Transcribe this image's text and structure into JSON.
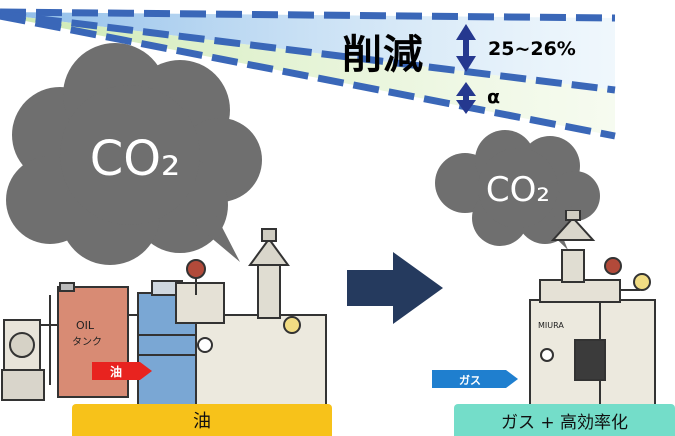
{
  "top": {
    "reduction_label": "削減",
    "range_label": "25~26%",
    "alpha_label": "α"
  },
  "clouds": {
    "oil_co2": "CO₂",
    "gas_co2": "CO₂"
  },
  "oil_side": {
    "tank_text_1": "OIL",
    "tank_text_2": "タンク",
    "fuel_tag": "油",
    "bottom_label": "油"
  },
  "gas_side": {
    "fuel_tag": "ガス",
    "bottom_label": "ガス + 高効率化",
    "brand_text": "MIURA"
  },
  "colors": {
    "dashed_line": "#3a67b8",
    "cloud": "#6f6f6f",
    "arrow": "#253a5e",
    "oil_label_bg": "#f7c21a",
    "gas_label_bg": "#74ddc9",
    "oil_tag": "#e8231f",
    "gas_tag": "#1f7fcf",
    "range_arrow": "#25388f"
  }
}
